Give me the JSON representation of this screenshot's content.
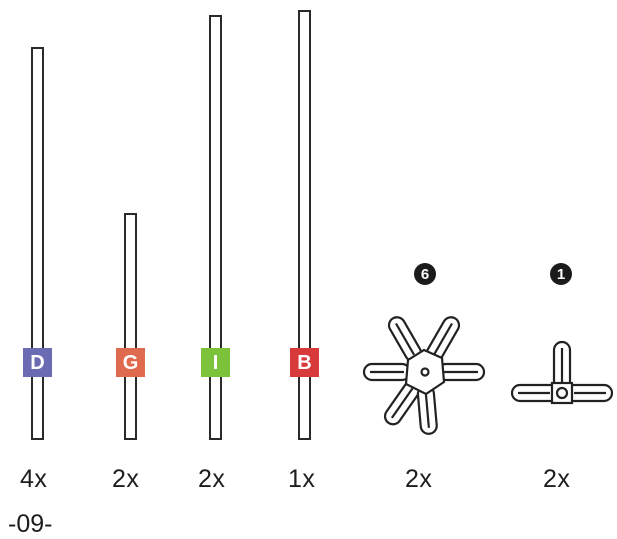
{
  "rods": [
    {
      "code": "D",
      "qty": "4x",
      "color": "#6a6bb3"
    },
    {
      "code": "G",
      "qty": "2x",
      "color": "#e06a4e"
    },
    {
      "code": "I",
      "qty": "2x",
      "color": "#7dc23b"
    },
    {
      "code": "B",
      "qty": "1x",
      "color": "#d8393a"
    }
  ],
  "connectors": [
    {
      "number": "6",
      "qty": "2x",
      "icon": "five-way-connector-icon"
    },
    {
      "number": "1",
      "qty": "2x",
      "icon": "t-connector-icon"
    }
  ],
  "page_number": "-09-"
}
